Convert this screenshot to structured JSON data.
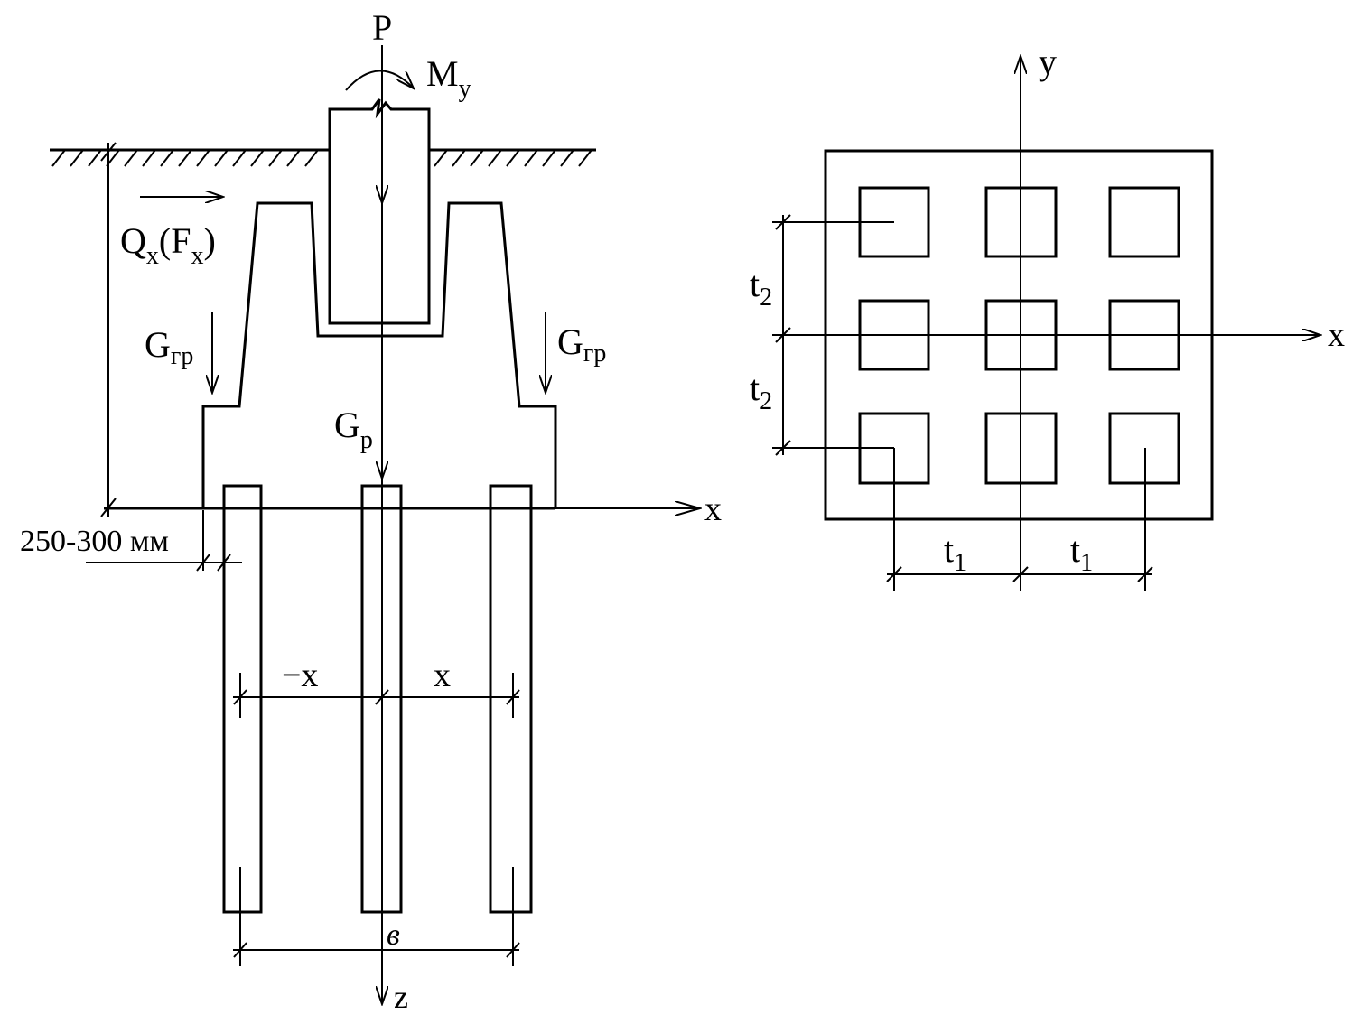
{
  "left_diagram": {
    "load_p": "P",
    "moment": {
      "base": "M",
      "sub": "y"
    },
    "horizontal_force": {
      "q": "Q",
      "q_sub": "x",
      "f": "F",
      "f_sub": "x",
      "open": "(",
      "close": ")"
    },
    "soil_weight_left": {
      "base": "G",
      "sub": "гр"
    },
    "soil_weight_right": {
      "base": "G",
      "sub": "гр"
    },
    "grillage_weight": {
      "base": "G",
      "sub": "p"
    },
    "x_axis_label": "x",
    "z_axis_label": "z",
    "edge_distance": "250-300 мм",
    "neg_x_label": "−x",
    "pos_x_label": "x",
    "width_label": "в"
  },
  "right_diagram": {
    "y_axis_label": "y",
    "x_axis_label": "x",
    "t2_label_upper": {
      "base": "t",
      "sub": "2"
    },
    "t2_label_lower": {
      "base": "t",
      "sub": "2"
    },
    "t1_label_left": {
      "base": "t",
      "sub": "1"
    },
    "t1_label_right": {
      "base": "t",
      "sub": "1"
    }
  }
}
